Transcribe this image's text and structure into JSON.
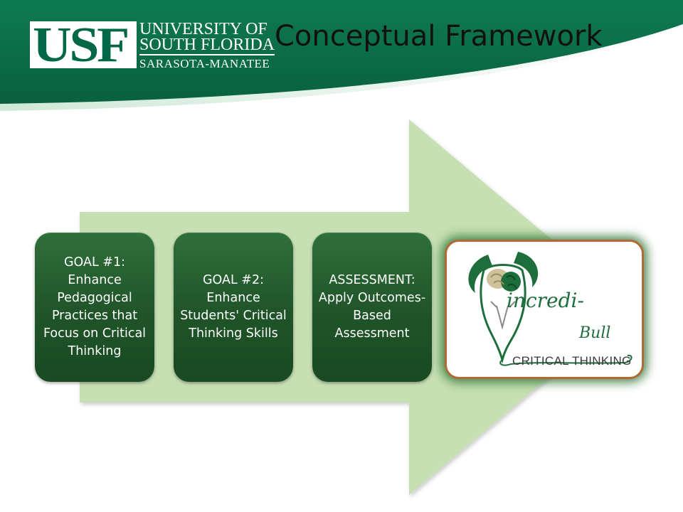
{
  "header": {
    "logo": {
      "mark": "USF",
      "line1": "UNIVERSITY OF",
      "line2": "SOUTH FLORIDA",
      "line3": "SARASOTA-MANATEE"
    },
    "title": "Conceptual Framework"
  },
  "diagram": {
    "steps": [
      {
        "label": "GOAL #1: Enhance Pedagogical Practices that Focus on Critical Thinking"
      },
      {
        "label": "GOAL #2: Enhance Students' Critical Thinking Skills"
      },
      {
        "label": "ASSESSMENT: Apply Outcomes-Based Assessment"
      }
    ],
    "logo_image": {
      "script_1": "incredi-",
      "script_2": "Bull",
      "caption": "CRITICAL THINKING"
    }
  },
  "colors": {
    "header_green": "#0b6b47",
    "arrow_fill": "#c6e0b4",
    "box_green": "#1f5428",
    "frame_border": "#b06a35"
  }
}
